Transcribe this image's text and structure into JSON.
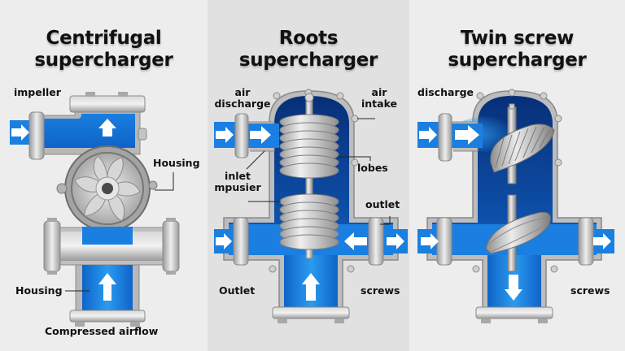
{
  "colors": {
    "flow_blue": "#1a7fe0",
    "flow_blue_dark": "#0b3f8f",
    "metal_gray": "#b9b9b9",
    "metal_dark": "#8c8c8c",
    "background": "#ececec",
    "middle_panel_bg": "#e1e1e1",
    "arrow": "#ffffff",
    "text": "#111111"
  },
  "panels": [
    {
      "id": "centrifugal",
      "title_line1": "Centrifugal",
      "title_line2": "supercharger",
      "labels": {
        "impeller": "impeller",
        "housing_right": "Housing",
        "housing_left": "Housing",
        "compressed_airflow": "Compressed airflow"
      },
      "icons": [
        "inlet-arrow-right",
        "flow-arrow-up",
        "flow-arrow-up",
        "impeller-fan"
      ]
    },
    {
      "id": "roots",
      "title_line1": "Roots",
      "title_line2": "supercharger",
      "labels": {
        "air_discharge_1": "air",
        "air_discharge_2": "discharge",
        "air_intake_1": "air",
        "air_intake_2": "intake",
        "lobes": "lobes",
        "inlet_1": "inlet",
        "inlet_2": "mpusier",
        "outlet_right": "outlet",
        "outlet_left": "Outlet",
        "screws": "screws"
      },
      "icons": [
        "inlet-arrow-right",
        "flow-arrow-right",
        "inlet-arrow-right",
        "flow-arrow-left",
        "outlet-arrow-right",
        "flow-arrow-up",
        "lobe-rotor"
      ]
    },
    {
      "id": "twin_screw",
      "title_line1": "Twin screw",
      "title_line2": "supercharger",
      "labels": {
        "discharge": "discharge",
        "screws": "screws"
      },
      "icons": [
        "inlet-arrow-right",
        "flow-arrow-right",
        "inlet-arrow-right",
        "outlet-arrow-right",
        "flow-arrow-down",
        "screw-rotor"
      ]
    }
  ]
}
